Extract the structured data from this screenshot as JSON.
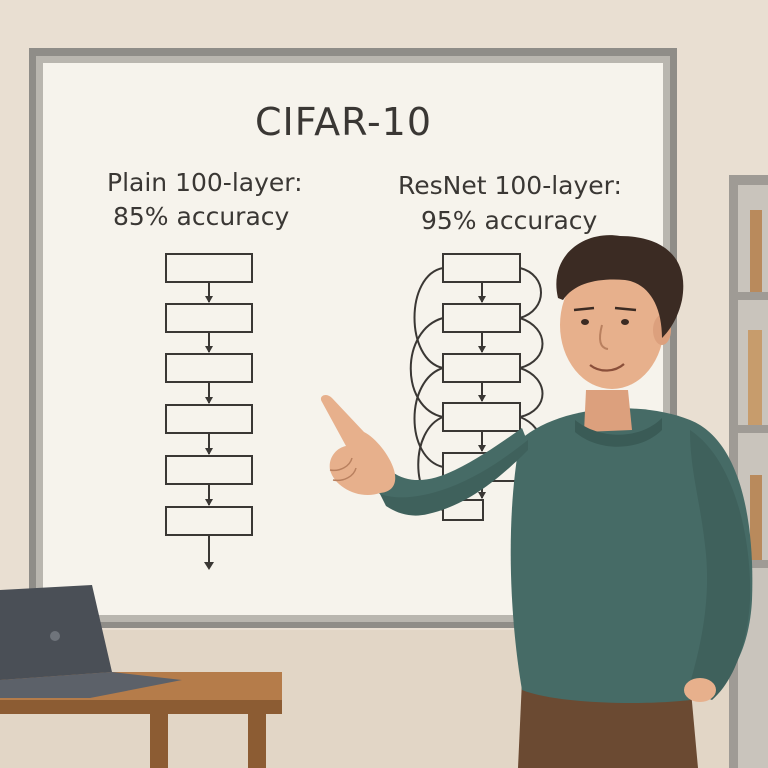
{
  "whiteboard": {
    "title": "CIFAR-10",
    "plain_network": {
      "line1": "Plain 100-layer:",
      "line2": "85% accuracy",
      "layer_blocks_shown": 6
    },
    "resnet": {
      "line1": "ResNet 100-layer:",
      "line2": "95% accuracy",
      "layer_blocks_shown": 6,
      "has_skip_connections": true
    }
  },
  "scene": {
    "subject": "man in green sweater pointing at whiteboard",
    "objects": [
      "whiteboard",
      "laptop",
      "desk",
      "bookshelf"
    ]
  },
  "colors": {
    "wall": "#e9dfd2",
    "whiteboard_surface": "#f6f3ec",
    "whiteboard_frame": "#8f8d88",
    "ink": "#3a3734",
    "sweater": "#466b66",
    "pants": "#6b4a32",
    "skin": "#e7b08c",
    "hair": "#3b2b23",
    "desk": "#b57c4a",
    "laptop": "#4a4f56"
  }
}
